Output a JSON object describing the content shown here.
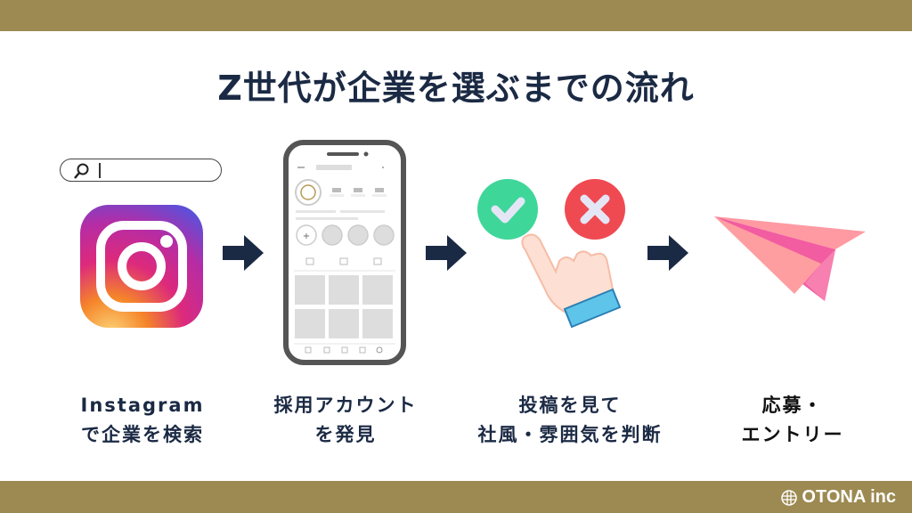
{
  "title": "Z世代が企業を選ぶまでの流れ",
  "colors": {
    "bar": "#9d8a52",
    "text": "#1b2a44",
    "arrow": "#1b2a44"
  },
  "steps": [
    {
      "icon": "instagram-icon",
      "line1": "Instagram",
      "line2": "で企業を検索"
    },
    {
      "icon": "smartphone-profile-icon",
      "line1": "採用アカウント",
      "line2": "を発見"
    },
    {
      "icon": "choice-hand-icon",
      "line1": "投稿を見て",
      "line2": "社風・雰囲気を判断"
    },
    {
      "icon": "paper-plane-icon",
      "line1": "応募・",
      "line2": "エントリー"
    }
  ],
  "brand": {
    "name": "OTONA inc"
  }
}
